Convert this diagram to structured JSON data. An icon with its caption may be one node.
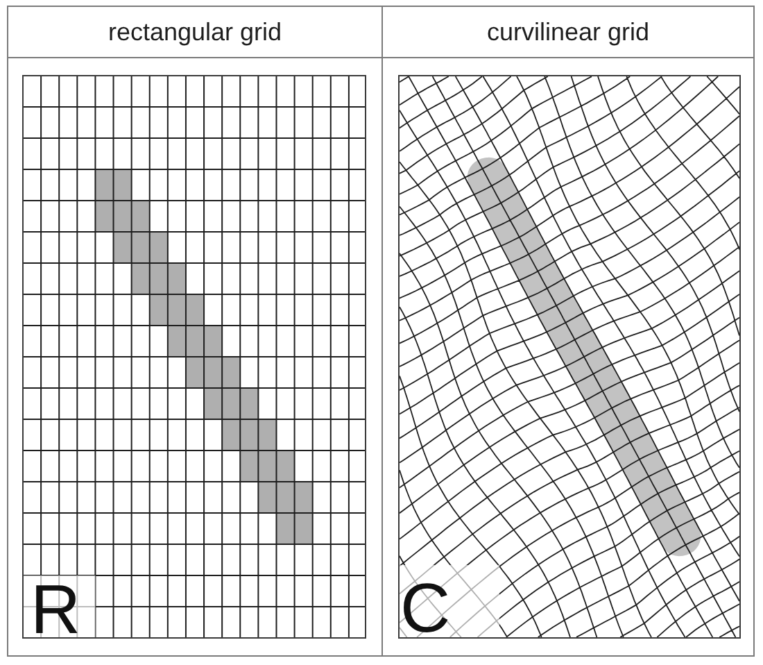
{
  "diagram": {
    "nodes": [
      {
        "text": [
          "rectangular grid"
        ]
      },
      {
        "text": [
          "curvilinear grid"
        ]
      },
      {
        "text": [
          "R"
        ],
        "in": 0
      },
      {
        "text": [
          "C"
        ],
        "in": 1
      }
    ]
  }
}
